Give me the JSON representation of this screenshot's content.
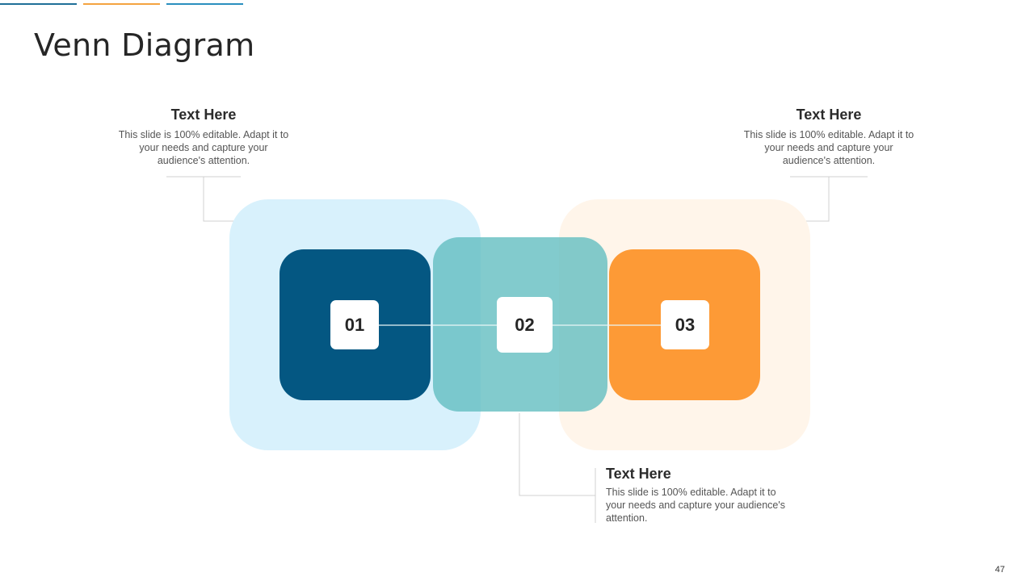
{
  "slide": {
    "title": "Venn Diagram",
    "page_number": "47",
    "accent_colors": [
      "#1f6f98",
      "#f4a340",
      "#2a8fbf"
    ]
  },
  "callouts": [
    {
      "id": "left",
      "title": "Text Here",
      "body": "This slide is 100% editable. Adapt it to your needs and capture your audience's attention."
    },
    {
      "id": "right",
      "title": "Text Here",
      "body": "This slide is 100% editable. Adapt it to your needs and capture your audience's attention."
    },
    {
      "id": "bottom",
      "title": "Text Here",
      "body": "This slide is 100% editable. Adapt it to your needs and capture your audience's attention."
    }
  ],
  "venn": {
    "items": [
      {
        "number": "01",
        "color": "#045782"
      },
      {
        "number": "02",
        "color": "#5fbdbf"
      },
      {
        "number": "03",
        "color": "#fd9a36"
      }
    ],
    "halo_colors": {
      "left": "#d8f1fc",
      "right": "#fff5ea"
    }
  }
}
